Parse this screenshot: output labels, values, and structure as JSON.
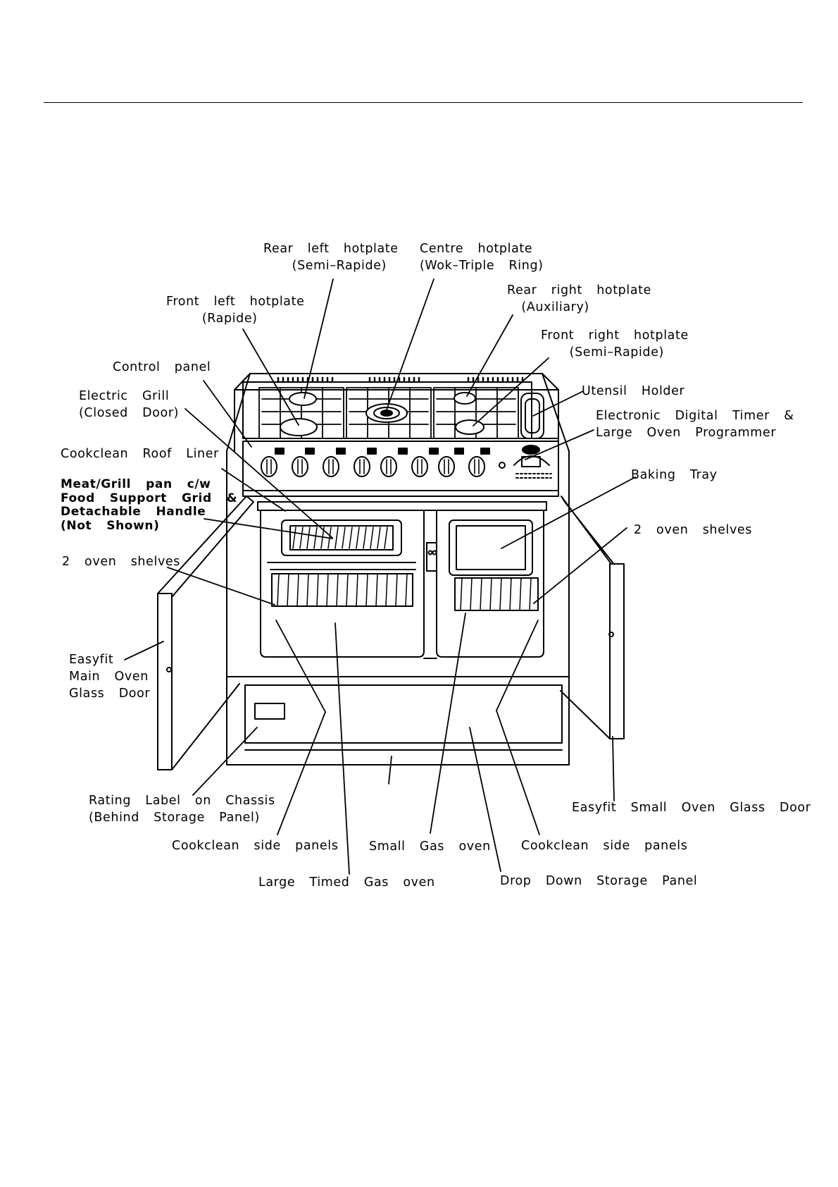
{
  "labels": {
    "rear_left_hotplate": "Rear  left  hotplate\n    (Semi–Rapide)",
    "centre_hotplate": "Centre  hotplate\n(Wok–Triple  Ring)",
    "rear_right_hotplate": "Rear  right  hotplate\n  (Auxiliary)",
    "front_left_hotplate": "Front  left  hotplate\n     (Rapide)",
    "front_right_hotplate": "Front  right  hotplate\n    (Semi–Rapide)",
    "control_panel": "Control  panel",
    "utensil_holder": "Utensil  Holder",
    "electric_grill": "Electric  Grill\n(Closed  Door)",
    "timer_programmer": "Electronic  Digital  Timer  &\nLarge  Oven  Programmer",
    "cookclean_roof_liner": "Cookclean  Roof  Liner",
    "baking_tray": "Baking  Tray",
    "meat_grill_pan": "Meat/Grill  pan  c/w\nFood  Support  Grid  &\nDetachable  Handle\n(Not  Shown)",
    "oven_shelves_left": "2  oven  shelves",
    "oven_shelves_right": "2  oven  shelves",
    "main_oven_door": "Easyfit\nMain  Oven\nGlass  Door",
    "rating_label": "Rating  Label  on  Chassis\n(Behind  Storage  Panel)",
    "small_oven_door": "Easyfit  Small  Oven  Glass  Door",
    "cookclean_side_left": "Cookclean  side  panels",
    "small_gas_oven": "Small  Gas  oven",
    "cookclean_side_right": "Cookclean  side  panels",
    "large_gas_oven": "Large  Timed  Gas  oven",
    "drop_down_storage": "Drop  Down  Storage  Panel"
  }
}
